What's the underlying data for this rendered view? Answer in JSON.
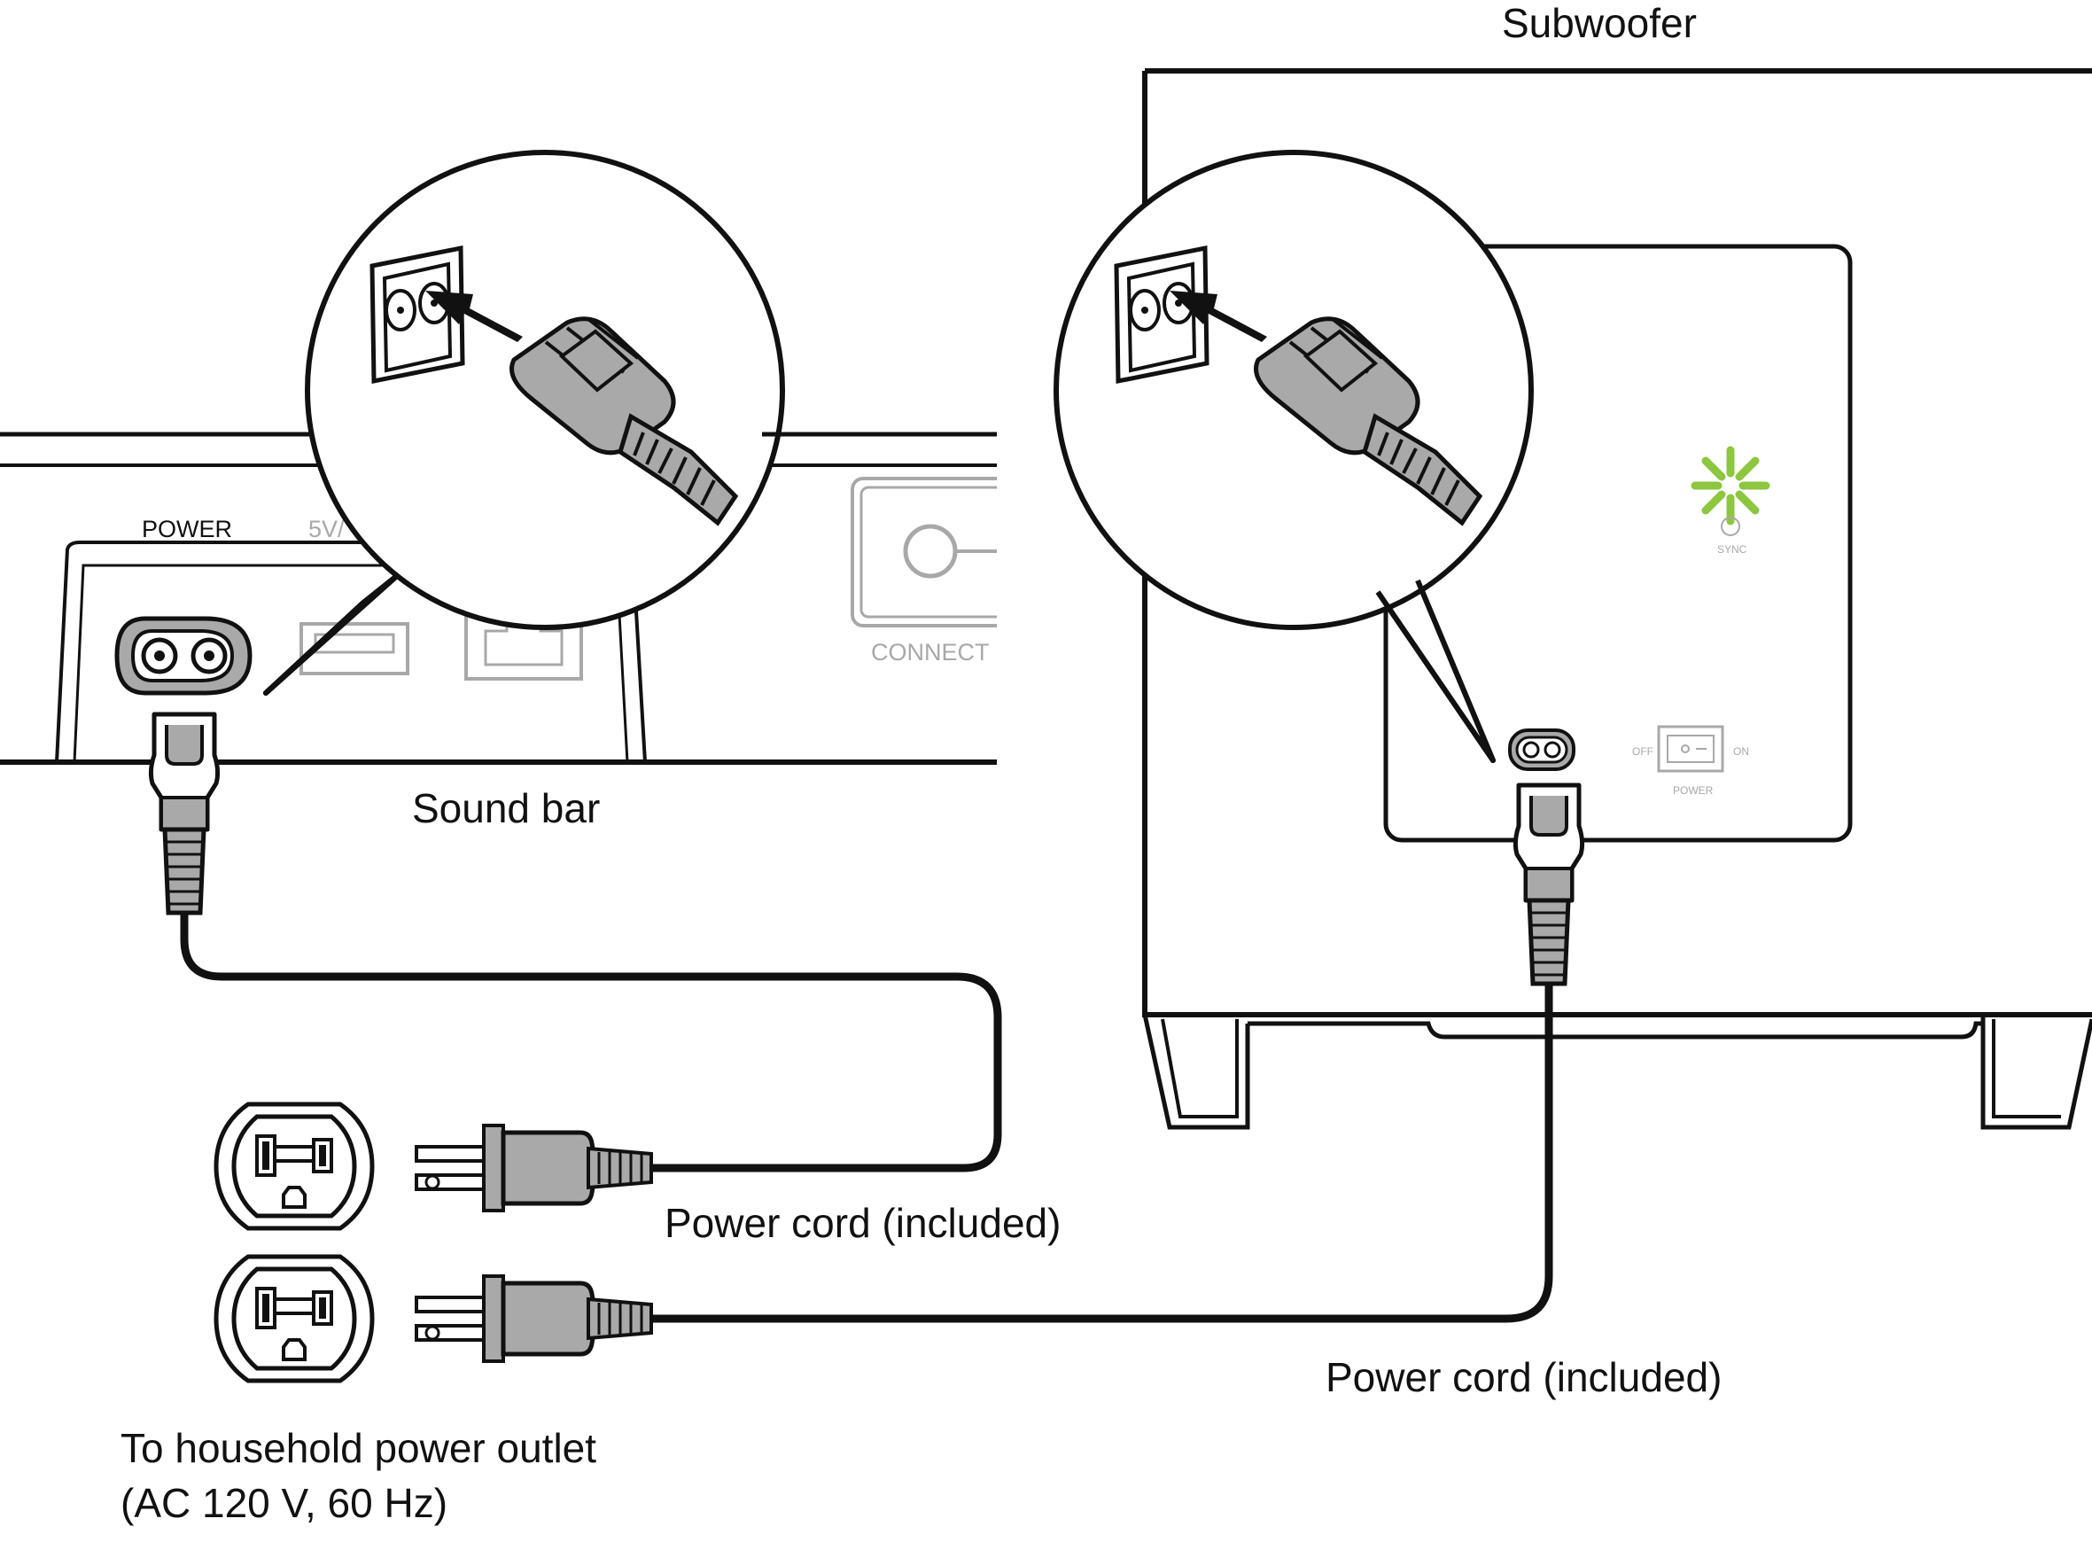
{
  "labels": {
    "subwoofer": "Subwoofer",
    "sound_bar": "Sound bar",
    "power_cord_1": "Power cord (included)",
    "power_cord_2": "Power cord (included)",
    "outlet_line1": "To household power outlet",
    "outlet_line2": "(AC 120 V, 60 Hz)"
  },
  "soundbar_panel": {
    "power_label": "POWER",
    "usb_label": "5V/",
    "connect_label": "CONNECT"
  },
  "subwoofer_panel": {
    "sync_label": "SYNC",
    "off_label": "OFF",
    "on_label": "ON",
    "power_label": "POWER"
  },
  "colors": {
    "line": "#111111",
    "plug_fill": "#a9a9a9",
    "sync_led": "#8dc63f",
    "faded": "#a8a8a8"
  },
  "icons": {
    "sync_indicator": "sync-led-icon",
    "power_switch": "rocker-switch-icon",
    "ac_inlet": "figure-8-inlet-icon",
    "wall_outlet": "us-outlet-icon"
  }
}
